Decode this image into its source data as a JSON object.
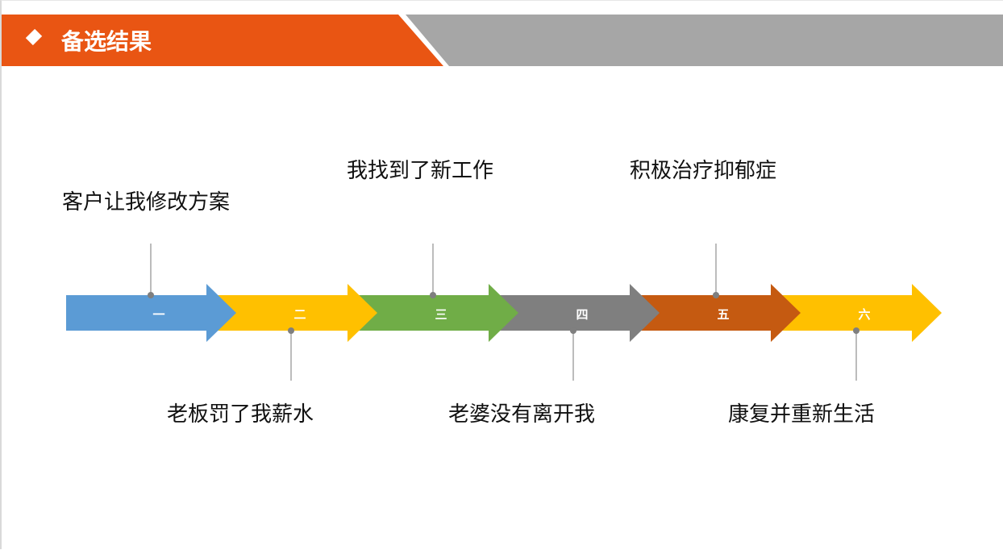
{
  "header": {
    "title": "备选结果",
    "accent": "#E95513",
    "secondary": "#A6A6A6"
  },
  "timeline": {
    "steps": [
      {
        "num": "一",
        "color": "#5B9BD5",
        "label": "客户让我修改方案",
        "pos": "top"
      },
      {
        "num": "二",
        "color": "#FFC000",
        "label": "老板罚了我薪水",
        "pos": "bottom"
      },
      {
        "num": "三",
        "color": "#70AD47",
        "label": "我找到了新工作",
        "pos": "top"
      },
      {
        "num": "四",
        "color": "#7F7F7F",
        "label": "老婆没有离开我",
        "pos": "bottom"
      },
      {
        "num": "五",
        "color": "#C55A11",
        "label": "积极治疗抑郁症",
        "pos": "top"
      },
      {
        "num": "六",
        "color": "#FFC000",
        "label": "康复并重新生活",
        "pos": "bottom"
      }
    ]
  }
}
